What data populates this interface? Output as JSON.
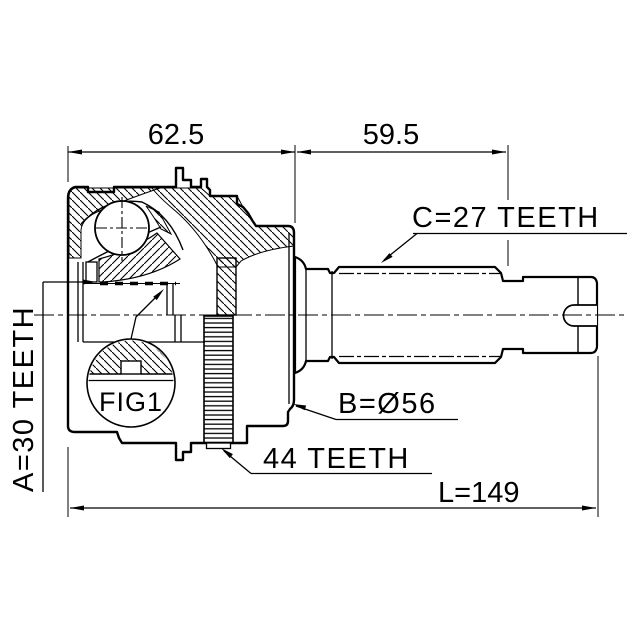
{
  "drawing": {
    "background": "#ffffff",
    "line_color": "#000000",
    "dimensions": {
      "housing_width": "62.5",
      "shaft_section": "59.5",
      "overall_length": "L=149"
    },
    "callouts": {
      "outer_spline": "C=27 TEETH",
      "inner_spline": "A=30 TEETH",
      "abs_ring_teeth": "44 TEETH",
      "body_diameter": "B=Ø56",
      "detail_reference": "FIG1"
    }
  }
}
